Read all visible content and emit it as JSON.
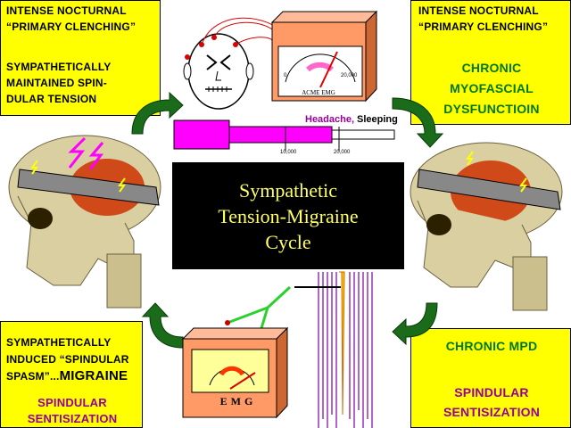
{
  "title": "Sympathetic\nTension-Migraine\nCycle",
  "top_left": {
    "line1": "INTENSE NOCTURNAL",
    "line2": "“PRIMARY CLENCHING”",
    "line3": "SYMPATHETICALLY",
    "line4": "MAINTAINED SPIN-",
    "line5": "DULAR TENSION"
  },
  "top_right": {
    "line1": "INTENSE NOCTURNAL",
    "line2": "“PRIMARY CLENCHING”",
    "line3": "CHRONIC",
    "line4": "MYOFASCIAL",
    "line5": "DYSFUNCTIOIN"
  },
  "bottom_left": {
    "line1": "SYMPATHETICALLY",
    "line2": "INDUCED “SPINDULAR",
    "line3a": "SPASM”...",
    "line3b": "MIGRAINE",
    "line4": "SPINDULAR",
    "line5": "SENTISIZATION"
  },
  "bottom_right": {
    "line1": "CHRONIC MPD",
    "line2": "SPINDULAR",
    "line3": "SENTISIZATION"
  },
  "meter_top": {
    "brand": "ACME EMG",
    "min": "0",
    "max": "20,000"
  },
  "bar_labels": {
    "headache": "Headache,",
    "sleeping": "Sleeping",
    "tick1": "10,000",
    "tick2": "20,000"
  },
  "meter_bottom": {
    "label": "EMG"
  },
  "colors": {
    "corner_bg": "#ffff00",
    "title_bg": "#000000",
    "title_text": "#ffff66",
    "arrow": "#1a6b1a",
    "magenta": "#ff00ff",
    "meter_box": "#ff9966"
  }
}
